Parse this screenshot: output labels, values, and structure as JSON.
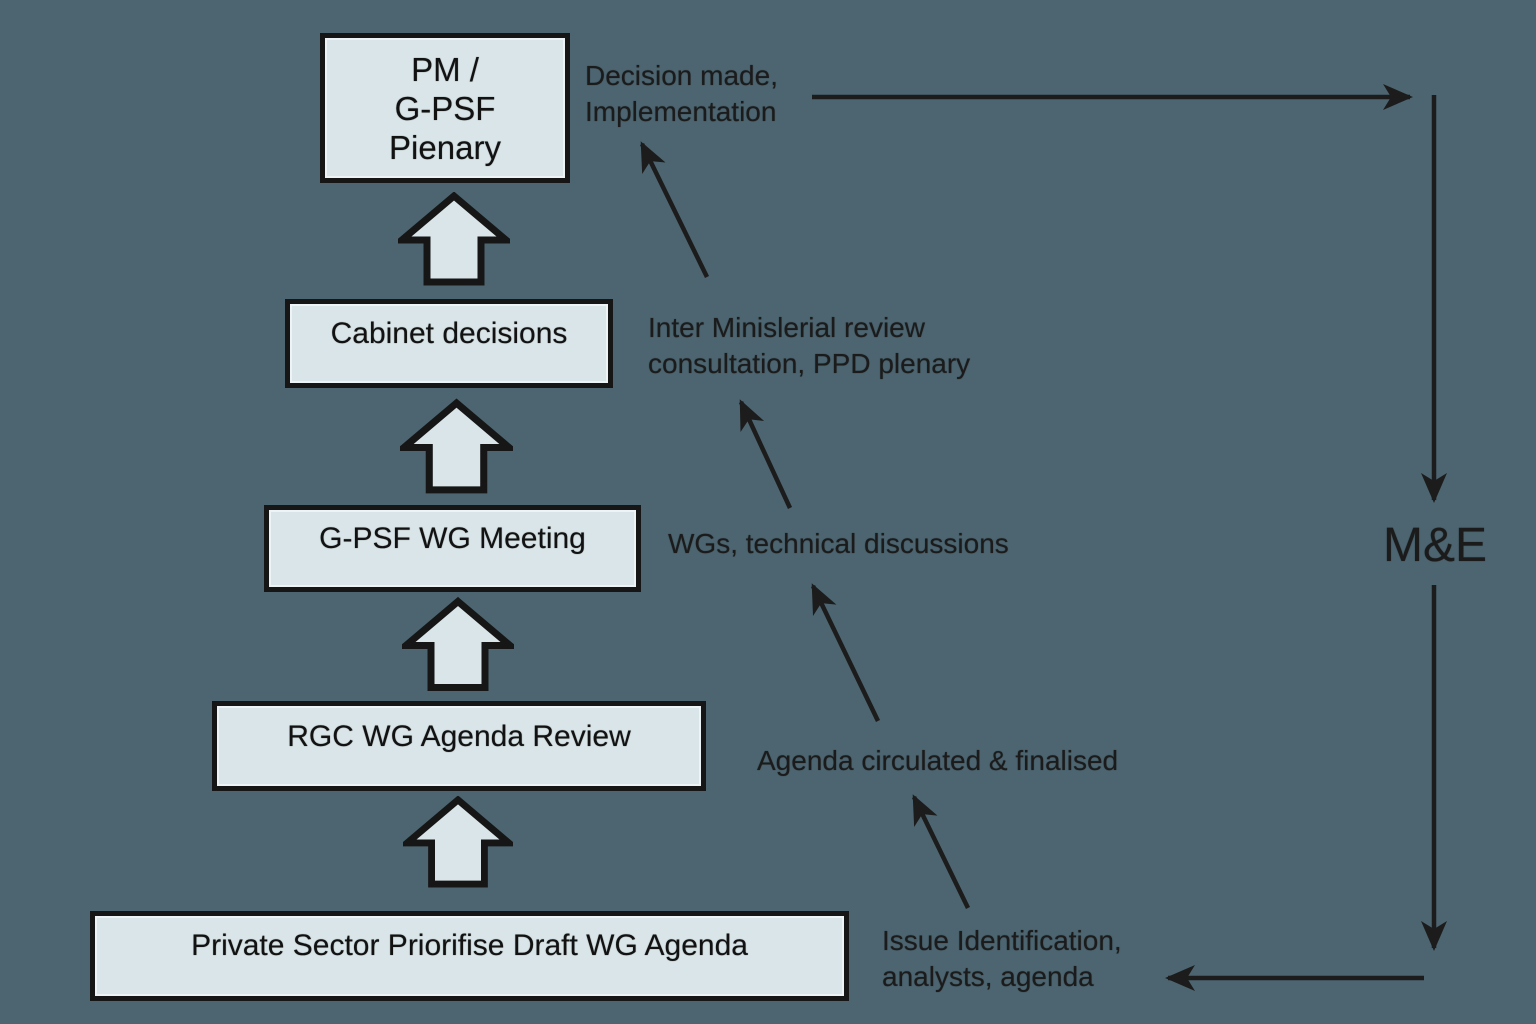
{
  "diagram": {
    "colors": {
      "background": "#4c6570",
      "box_fill": "#d9e5e8",
      "line": "#1c1c1c"
    },
    "boxes": [
      {
        "id": "pm-gpsf-plenary",
        "lines": [
          "PM /",
          "G-PSF",
          "Pienary"
        ]
      },
      {
        "id": "cabinet-decisions",
        "lines": [
          "Cabinet decisions"
        ]
      },
      {
        "id": "gpsf-wg-meeting",
        "lines": [
          "G-PSF WG Meeting"
        ]
      },
      {
        "id": "rgc-wg-agenda-review",
        "lines": [
          "RGC WG Agenda Review"
        ]
      },
      {
        "id": "private-sector-draft-agenda",
        "lines": [
          "Private Sector Priorifise Draft WG Agenda"
        ]
      }
    ],
    "annotations": [
      {
        "id": "decision-made",
        "lines": [
          "Decision made,",
          "Implementation"
        ]
      },
      {
        "id": "inter-ministerial-review",
        "lines": [
          "Inter Minislerial review",
          "consultation, PPD plenary"
        ]
      },
      {
        "id": "wgs-technical-discussions",
        "lines": [
          "WGs, technical discussions"
        ]
      },
      {
        "id": "agenda-circulated",
        "lines": [
          "Agenda circulated & finalised"
        ]
      },
      {
        "id": "issue-identification",
        "lines": [
          "Issue Identification,",
          "analysts, agenda"
        ]
      }
    ],
    "me_label": "M&E"
  }
}
